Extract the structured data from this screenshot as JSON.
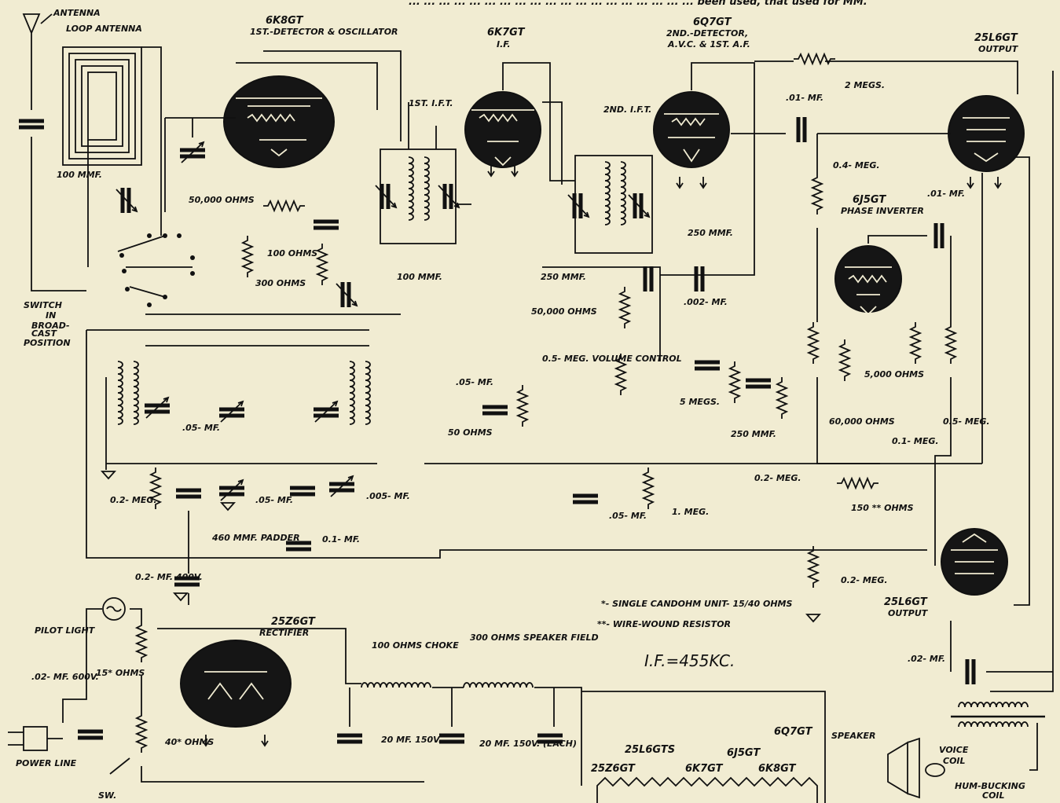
{
  "header_text": "... ... ... ... ... ... ... ... ... ... ... ... ... ... ... ... ... ... ... been used, that used for MM.",
  "labels": {
    "antenna": "ANTENNA",
    "loop_antenna": "LOOP ANTENNA",
    "tube_6k8gt": "6K8GT",
    "tube_6k8gt_fn": "1ST.-DETECTOR & OSCILLATOR",
    "tube_6k7gt": "6K7GT",
    "tube_6k7gt_fn": "I.F.",
    "tube_6q7gt": "6Q7GT",
    "tube_6q7gt_fn1": "2ND.-DETECTOR,",
    "tube_6q7gt_fn2": "A.V.C. & 1ST. A.F.",
    "tube_25l6gt_top": "25L6GT",
    "tube_25l6gt_top_fn": "OUTPUT",
    "ift1": "1ST. I.F.T.",
    "ift2": "2ND. I.F.T.",
    "cap_100mmf_ant": "100 MMF.",
    "r_50000": "50,000 OHMS",
    "r_100": "100 OHMS",
    "r_300": "300 OHMS",
    "cap_100mmf": "100 MMF.",
    "switch": "SWITCH IN BROAD-CAST POSITION",
    "r_2megs": "2 MEGS.",
    "cap_01_top": ".01- MF.",
    "r_04meg": "0.4- MEG.",
    "tube_6j5gt": "6J5GT",
    "tube_6j5gt_fn": "PHASE INVERTER",
    "cap_01_right": ".01- MF.",
    "cap_250mmf_a": "250 MMF.",
    "cap_250mmf_b": "250 MMF.",
    "r_50000_b": "50,000 OHMS",
    "cap_002": ".002- MF.",
    "vol": "0.5- MEG. VOLUME CONTROL",
    "cap_05_a": ".05- MF.",
    "r_50": "50 OHMS",
    "r_5megs": "5 MEGS.",
    "cap_250mmf_c": "250 MMF.",
    "r_5000": "5,000 OHMS",
    "r_60000": "60,000 OHMS",
    "r_01meg": "0.1- MEG.",
    "r_05meg": "0.5- MEG.",
    "r_02meg_a": "0.2- MEG.",
    "cap_05_b": ".05- MF.",
    "cap_05_c": ".05- MF.",
    "cap_005": ".005- MF.",
    "padder": "460 MMF. PADDER",
    "cap_01_bot": "0.1- MF.",
    "cap_05_d": ".05- MF.",
    "r_1meg": "1. MEG.",
    "r_02meg_b": "0.2- MEG.",
    "r_150": "150 ** OHMS",
    "r_02meg_c": "0.2- MEG.",
    "cap_02_400": "0.2- MF. 400V.",
    "note1": "*- SINGLE CANDOHM UNIT- 15/40 OHMS",
    "note2": "**- WIRE-WOUND RESISTOR",
    "if_freq": "I.F.=455KC.",
    "tube_25l6gt_bot": "25L6GT",
    "tube_25l6gt_bot_fn": "OUTPUT",
    "pilot": "PILOT LIGHT",
    "tube_25z6gt": "25Z6GT",
    "tube_25z6gt_fn": "RECTIFIER",
    "r_15": "15* OHMS",
    "cap_02_600": ".02- MF. 600V.",
    "r_40": "40* OHMS",
    "power": "POWER LINE",
    "sw": "SW.",
    "choke": "100 OHMS CHOKE",
    "field": "300 OHMS SPEAKER FIELD",
    "cap_20": "20 MF. 150V.",
    "cap_20_each": "20 MF. 150V. (EACH)",
    "cap_02_spk": ".02- MF.",
    "speaker": "SPEAKER",
    "voice": "VOICE COIL",
    "hum": "HUM-BUCKING COIL",
    "h_25z6": "25Z6GT",
    "h_25l6": "25L6GTS",
    "h_6k7": "6K7GT",
    "h_6j5": "6J5GT",
    "h_6k8": "6K8GT",
    "h_6q7": "6Q7GT"
  }
}
